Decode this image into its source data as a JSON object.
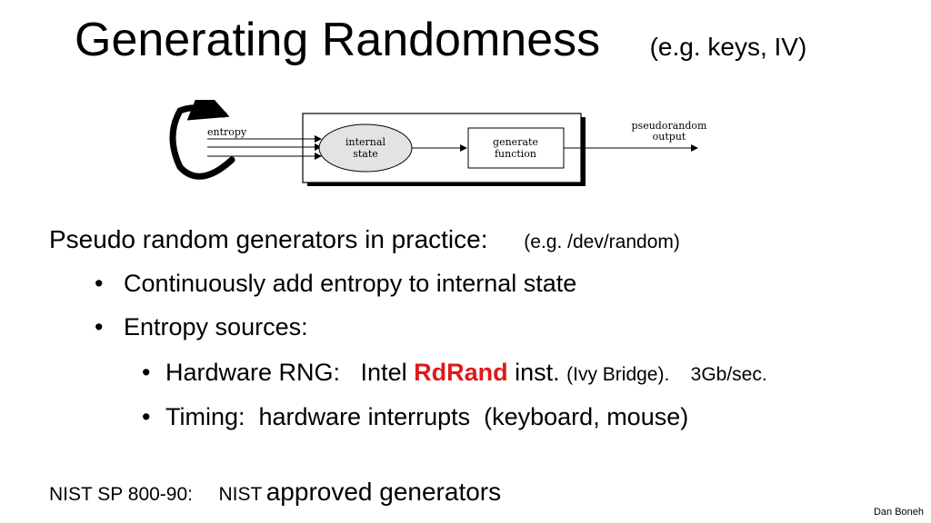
{
  "title": {
    "main": "Generating Randomness",
    "sub": "(e.g. keys, IV)"
  },
  "diagram": {
    "entropy_label": "entropy",
    "internal_state_line1": "internal",
    "internal_state_line2": "state",
    "generate_line1": "generate",
    "generate_line2": "function",
    "output_line1": "pseudorandom",
    "output_line2": "output"
  },
  "body": {
    "heading": "Pseudo random generators in practice:",
    "heading_example": "(e.g.  /dev/random)",
    "bullet1": "Continuously add entropy to internal state",
    "bullet2": "Entropy sources:",
    "sub1_prefix": "Hardware RNG:   Intel ",
    "sub1_highlight": "RdRand",
    "sub1_mid": " inst. ",
    "sub1_note": "(Ivy Bridge).    3Gb/sec.",
    "sub2": "Timing:  hardware interrupts  (keyboard, mouse)"
  },
  "footer": {
    "nist_label": "NIST SP 800-90:",
    "nist_small": "NIST",
    "nist_big": "approved generators"
  },
  "author": "Dan Boneh",
  "colors": {
    "highlight": "#e0191b"
  },
  "bullet_glyph": "•"
}
